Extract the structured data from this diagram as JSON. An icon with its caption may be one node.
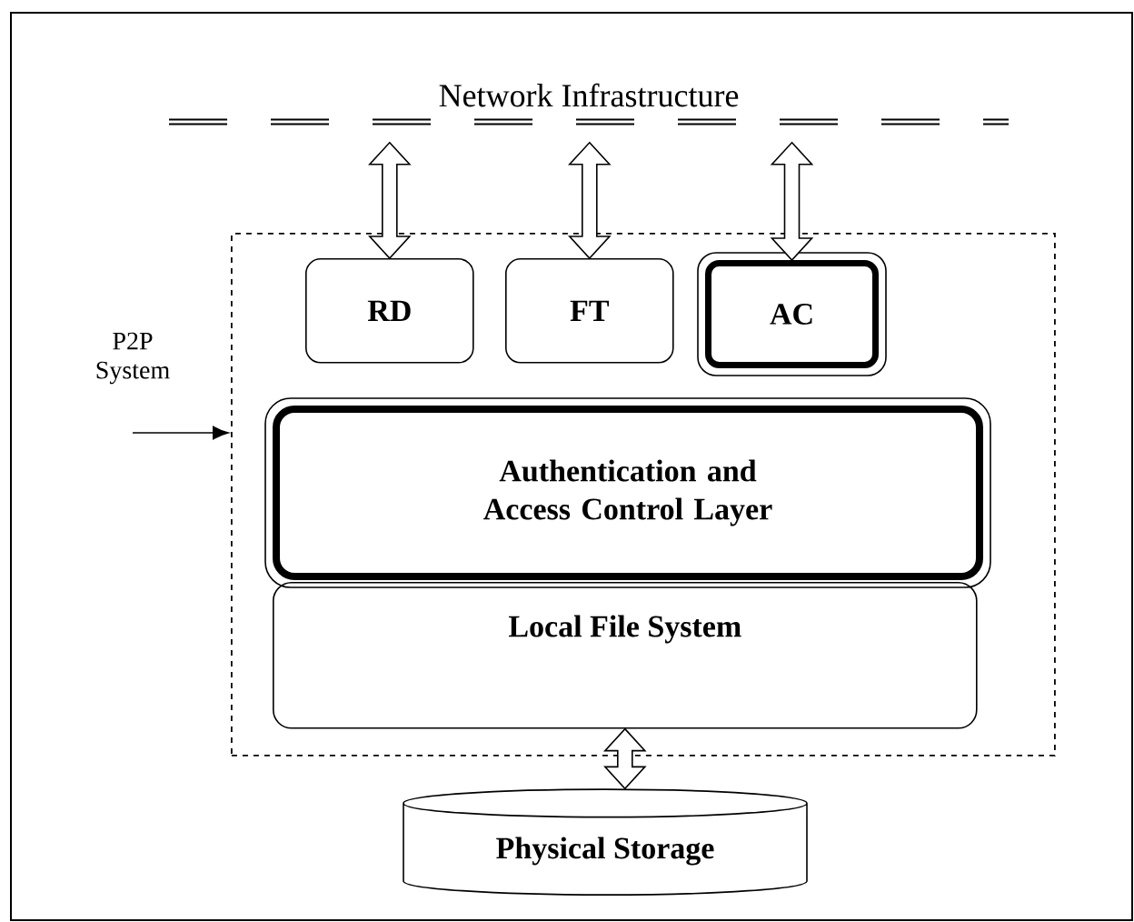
{
  "diagram": {
    "nodes": [
      {
        "text": [
          "Network Infrastructure"
        ]
      },
      {
        "text": [],
        "shape": "box"
      },
      {
        "text": [
          "RD"
        ],
        "in": 1
      },
      {
        "text": [
          "FT"
        ],
        "in": 1
      },
      {
        "text": [
          "AC"
        ],
        "in": 1
      },
      {
        "text": [
          "P2P System"
        ]
      },
      {
        "text": [
          "Authentication and Access Control  Layer"
        ],
        "in": 1
      },
      {
        "text": [
          "Local File System"
        ],
        "in": 1
      },
      {
        "text": [
          "Physical Storage"
        ]
      }
    ],
    "edges": [
      {
        "from": 0,
        "to": 2,
        "arrow": "both"
      },
      {
        "from": 0,
        "to": 3,
        "arrow": "both"
      },
      {
        "from": 0,
        "to": 4,
        "arrow": "both"
      },
      {
        "from": 5,
        "to": 1,
        "arrow": "to"
      },
      {
        "from": 7,
        "to": 8,
        "arrow": "both"
      }
    ]
  }
}
